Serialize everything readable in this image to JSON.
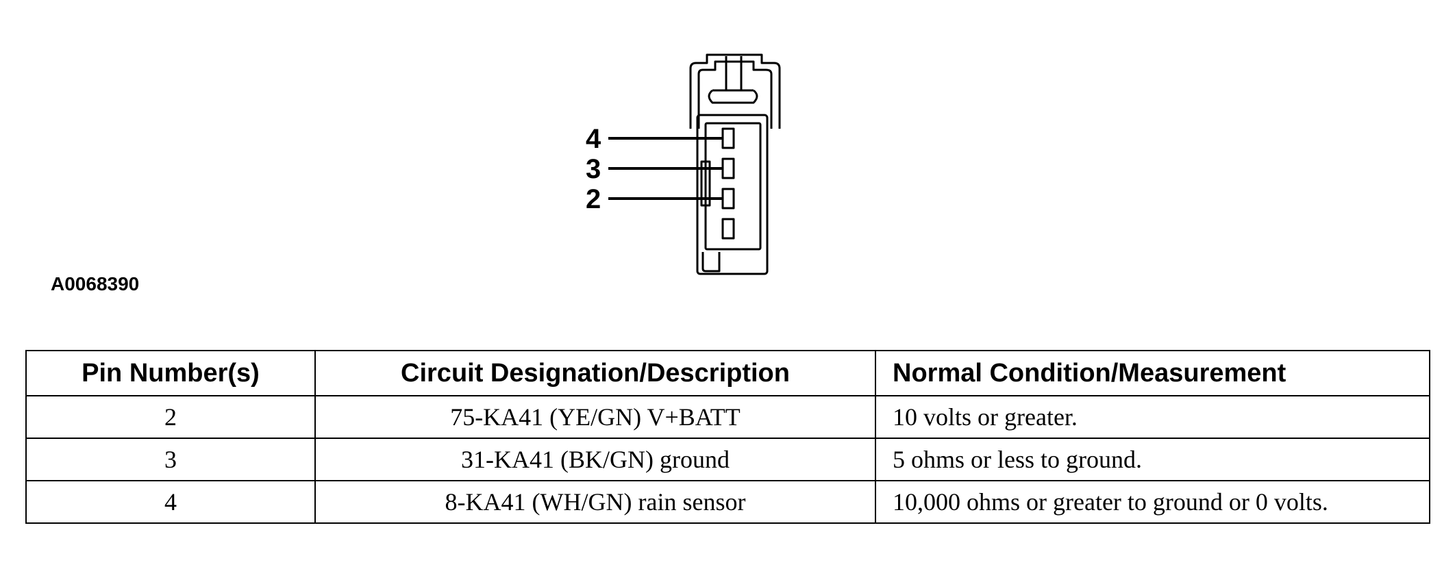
{
  "diagram": {
    "pin_labels": [
      "4",
      "3",
      "2"
    ]
  },
  "figure_id": "A0068390",
  "table": {
    "headers": [
      "Pin Number(s)",
      "Circuit Designation/Description",
      "Normal Condition/Measurement"
    ],
    "rows": [
      [
        "2",
        "75-KA41 (YE/GN) V+BATT",
        "10 volts or greater."
      ],
      [
        "3",
        "31-KA41 (BK/GN) ground",
        "5 ohms or less to ground."
      ],
      [
        "4",
        "8-KA41 (WH/GN) rain sensor",
        "10,000 ohms or greater to ground or 0 volts."
      ]
    ]
  }
}
